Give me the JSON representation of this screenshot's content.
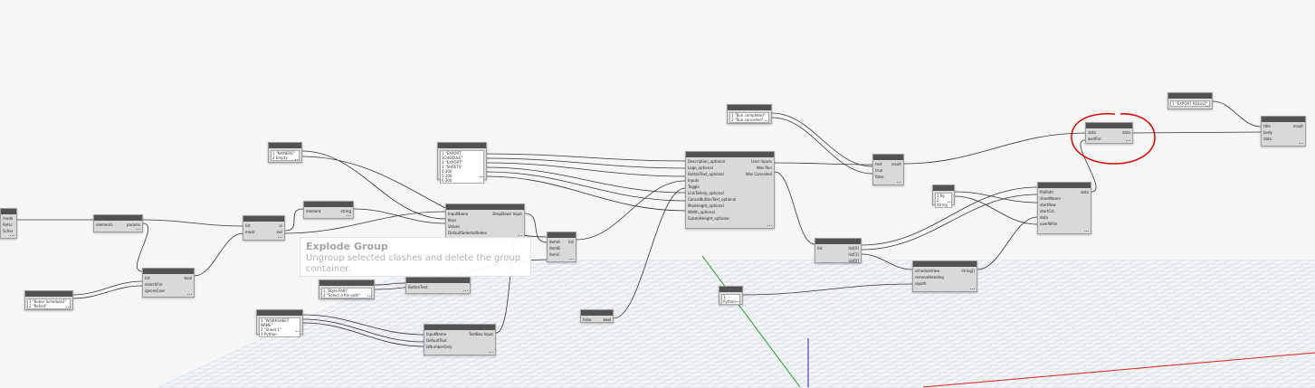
{
  "tooltip": {
    "title": "Explode Group",
    "description": "Ungroup selected clashes and delete the group container."
  },
  "colors": {
    "canvas_background": "#f6f6f6",
    "node_header": "#525252",
    "node_body": "#d9d9d9",
    "wire": "#333333",
    "grid_line": "#c3d4e4",
    "axis_x": "#e02020",
    "axis_y": "#2a9a2a",
    "axis_z": "#2020d0",
    "annotation_circle": "#e00000"
  },
  "icons": {
    "port": "triangle-right-port",
    "resize": "resize-grip-icon"
  },
  "nodes": [
    {
      "id": "n1",
      "inputs": [
        "modeler",
        "Refschedules",
        "Schedules"
      ],
      "outputs": []
    },
    {
      "id": "n2",
      "inputs": [
        "elements"
      ],
      "outputs": [
        "params"
      ]
    },
    {
      "id": "n3",
      "inputs": [
        "list",
        "searchFor",
        "ignoreCase"
      ],
      "outputs": [
        "bool"
      ]
    },
    {
      "id": "n4",
      "list": [
        "1 \"Rebar Schedule2\"",
        "2 \"Refset\""
      ]
    },
    {
      "id": "n5",
      "list": [
        "1 \"NAMERS\"",
        "2 Empty"
      ]
    },
    {
      "id": "n6",
      "inputs": [
        "list",
        "mask"
      ],
      "outputs": [
        "in",
        "out"
      ]
    },
    {
      "id": "n7",
      "inputs": [
        "element"
      ],
      "outputs": [
        "string"
      ]
    },
    {
      "id": "n8",
      "list": [
        "1 \"EXPORT SCHEDULE\"",
        "2 \"EXPORT\"",
        "3 \"SHEETS\"",
        "4 300",
        "5 300",
        "6 300"
      ]
    },
    {
      "id": "n9",
      "inputs": [
        "InputName",
        "Keys",
        "Values",
        "DefaultSelectedIndex"
      ],
      "outputs": [
        "DropDown Input"
      ]
    },
    {
      "id": "n10",
      "list": [
        "1 \"Style Path\"",
        "2 \"Select a file path\""
      ]
    },
    {
      "id": "n11",
      "inputs": [
        "ButtonText"
      ],
      "outputs": []
    },
    {
      "id": "n12",
      "list": [
        "1 \"WORKSHEET NAME\"",
        "2 \"Sheet 1\"",
        "3 Python"
      ]
    },
    {
      "id": "n13",
      "inputs": [
        "InputName",
        "DefaultText",
        "IsNumberOnly"
      ],
      "outputs": [
        "TextBox Input"
      ]
    },
    {
      "id": "n14",
      "inputs": [
        "itemA",
        "itemB",
        "itemC"
      ],
      "outputs": [
        "list"
      ]
    },
    {
      "id": "n15",
      "inputs": [
        "false"
      ],
      "outputs": [
        "bool"
      ]
    },
    {
      "id": "n16",
      "inputs": [
        "Description_optional",
        "Logo_optional",
        "ButtonText_optional",
        "Inputs",
        "Toggle",
        "LinkToHelp_optional",
        "CancelButtonText_optional",
        "MaxHeight_optional",
        "Width_optional",
        "SubmitHeight_optional"
      ],
      "outputs": [
        "User Inputs",
        "Was Run",
        "Was Cancelled"
      ]
    },
    {
      "id": "n17",
      "list": [
        "1 \"Run completed\"",
        "2 \"Run cancelled\""
      ]
    },
    {
      "id": "n18",
      "inputs": [
        "test",
        "true",
        "false"
      ],
      "outputs": [
        "result"
      ]
    },
    {
      "id": "n19",
      "inputs": [
        "list"
      ],
      "outputs": [
        "list[0]",
        "list[1]",
        "list[2]"
      ]
    },
    {
      "id": "n20",
      "list": [
        "1 Python"
      ]
    },
    {
      "id": "n21",
      "inputs": [
        "scheduleView",
        "removeHeading",
        "xlpath"
      ],
      "outputs": [
        "string[]"
      ]
    },
    {
      "id": "n22",
      "list": [
        "1 By",
        "2 String"
      ]
    },
    {
      "id": "n23",
      "inputs": [
        "filePath",
        "sheetName",
        "startRow",
        "startCol",
        "data",
        "overWrite"
      ],
      "outputs": [
        "data"
      ]
    },
    {
      "id": "n24",
      "inputs": [
        "data",
        "waitFor"
      ],
      "outputs": [
        "data"
      ]
    },
    {
      "id": "n25",
      "list": [
        "1 \"EXPORT RESULT\""
      ]
    },
    {
      "id": "n26",
      "inputs": [
        "title",
        "body",
        "data"
      ],
      "outputs": [
        "result"
      ]
    }
  ]
}
